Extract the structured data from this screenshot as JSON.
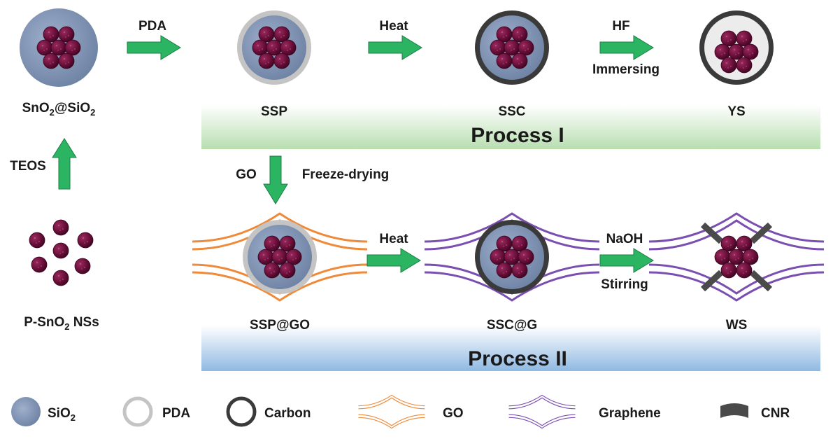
{
  "steps": {
    "pda": "PDA",
    "heat_1": "Heat",
    "hf": "HF",
    "immersing": "Immersing",
    "teos": "TEOS",
    "go": "GO",
    "freeze_drying": "Freeze-drying",
    "heat_2": "Heat",
    "naoh": "NaOH",
    "stirring": "Stirring"
  },
  "materials": {
    "sno2_sio2": {
      "a": "SnO",
      "a_sub": "2",
      "b": "@SiO",
      "b_sub": "2"
    },
    "ssp": "SSP",
    "ssc": "SSC",
    "ys": "YS",
    "p_sno2": {
      "a": "P-SnO",
      "a_sub": "2",
      "b": " NSs"
    },
    "ssp_go": "SSP@GO",
    "ssc_g": "SSC@G",
    "ws": "WS"
  },
  "processes": {
    "p1": "Process I",
    "p2": "Process II"
  },
  "legend": {
    "sio2": {
      "a": "SiO",
      "a_sub": "2"
    },
    "pda": "PDA",
    "carbon": "Carbon",
    "go": "GO",
    "graphene": "Graphene",
    "cnr": "CNR"
  },
  "colors": {
    "sio2": "#7d90b0",
    "pda": "#c4c4c4",
    "carbon": "#3a3a3a",
    "go": "#ef8a3a",
    "graphene": "#7a4fb0",
    "cnr": "#4a4a4a",
    "nanosphere": "#6a0f3a",
    "arrow": "#2bb563",
    "process1_band": "#cfe9c9",
    "process2_band": "#a7c8e8"
  }
}
